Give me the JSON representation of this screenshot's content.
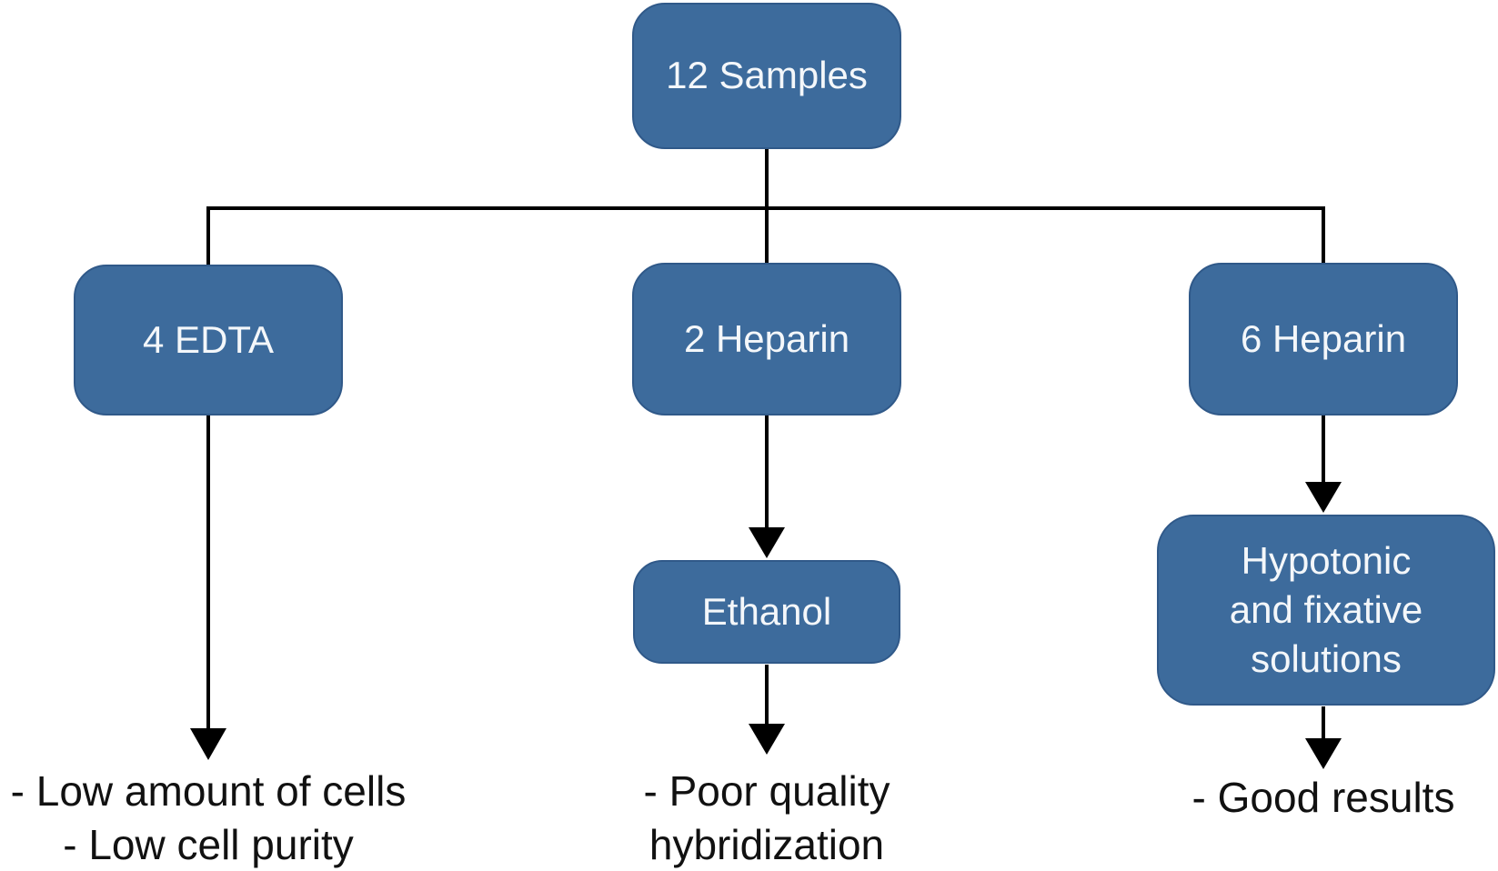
{
  "diagram": {
    "title_implicit": "Sample processing flowchart",
    "colors": {
      "background": "#ffffff",
      "node_fill": "#3D6B9C",
      "node_border": "#305989",
      "node_text": "#f4f7fa",
      "line_color": "#000000",
      "outcome_text": "#111111"
    },
    "nodes": {
      "root": {
        "label": "12 Samples"
      },
      "edta": {
        "label": "4 EDTA"
      },
      "heparin2": {
        "label": "2 Heparin"
      },
      "heparin6": {
        "label": "6 Heparin"
      },
      "ethanol": {
        "label": "Ethanol"
      },
      "hypotonic": {
        "label": "Hypotonic and fixative solutions",
        "lines": [
          "Hypotonic",
          "and fixative",
          "solutions"
        ]
      }
    },
    "outcomes": {
      "edta": {
        "lines": [
          "- Low amount of cells",
          "- Low cell purity"
        ]
      },
      "ethanol": {
        "lines": [
          "- Poor quality",
          "hybridization"
        ]
      },
      "hypotonic": {
        "lines": [
          "- Good results"
        ]
      }
    },
    "edges": [
      "12 Samples -> 4 EDTA",
      "12 Samples -> 2 Heparin",
      "12 Samples -> 6 Heparin",
      "4 EDTA -> outcome",
      "2 Heparin -> Ethanol",
      "Ethanol -> outcome",
      "6 Heparin -> Hypotonic and fixative solutions",
      "Hypotonic and fixative solutions -> outcome"
    ]
  }
}
